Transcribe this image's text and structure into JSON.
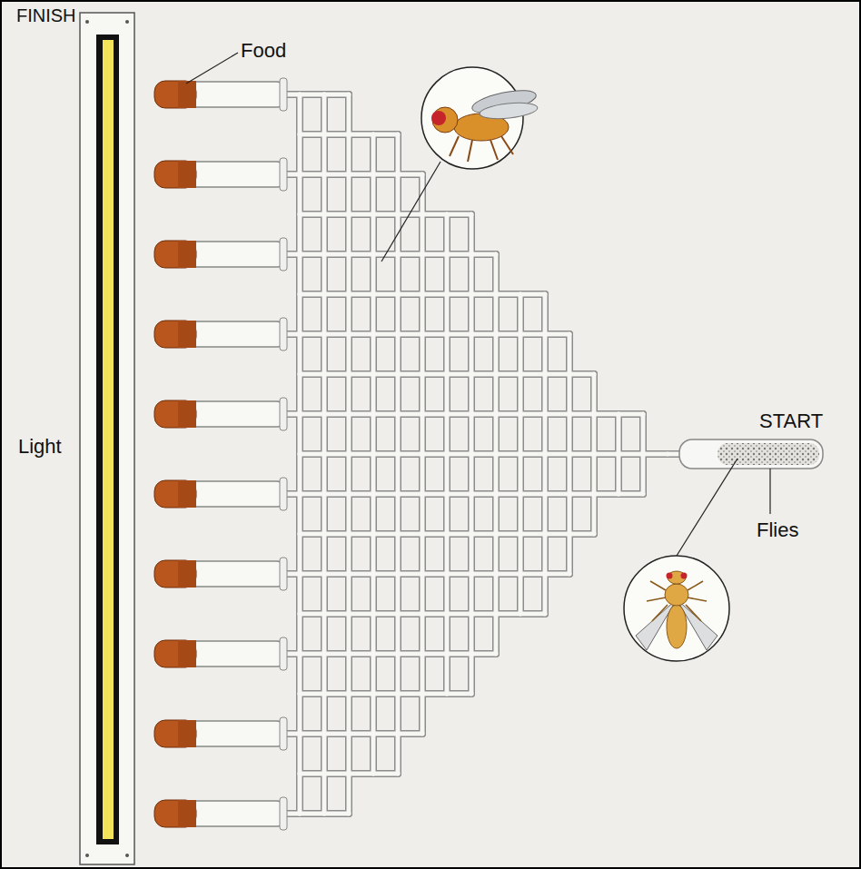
{
  "diagram": {
    "labels": [
      "FINISH",
      "Food",
      "Light",
      "START",
      "Flies"
    ]
  }
}
